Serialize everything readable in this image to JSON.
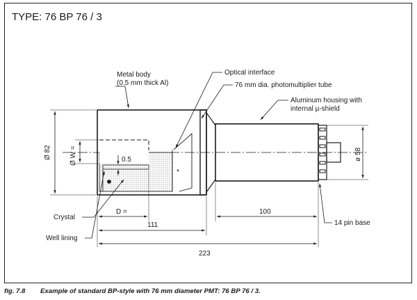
{
  "title": "TYPE: 76 BP 76 / 3",
  "callouts": {
    "metal_body_line1": "Metal body",
    "metal_body_line2": "(0.5 mm thick Al)",
    "optical_interface": "Optical interface",
    "photomultiplier": "76 mm dia. photomultiplier tube",
    "aluminum_line1": "Aluminum housing with",
    "aluminum_line2": "internal µ-shield",
    "crystal": "Crystal",
    "well_lining": "Well lining",
    "pin_base": "14 pin base"
  },
  "dimensions": {
    "body_diameter": "Ø 82",
    "well_width": "Ø W =",
    "lining": "0.5",
    "well_depth": "D =",
    "tube_length": "100",
    "body_length": "111",
    "overall_length": "223",
    "base_diameter": "ø 58"
  },
  "caption": {
    "number": "fig. 7.8",
    "text": "Example of standard BP-style with 76 mm diameter PMT: 76 BP 76 / 3."
  }
}
